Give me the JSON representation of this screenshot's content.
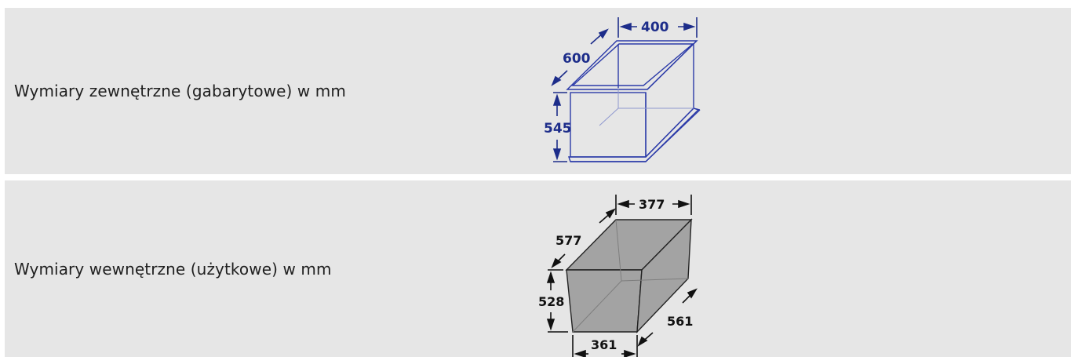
{
  "rows": [
    {
      "label": "Wymiary zewnętrzne (gabarytowe) w mm",
      "dimensions": {
        "width": "400",
        "depth": "600",
        "height": "545"
      },
      "line_color": "#2b3aa8"
    },
    {
      "label": "Wymiary wewnętrzne (użytkowe) w mm",
      "dimensions": {
        "top_width": "377",
        "top_depth": "577",
        "height": "528",
        "bottom_width": "361",
        "bottom_depth": "561"
      },
      "line_color": "#222222",
      "fill_color": "#a3a3a3"
    }
  ]
}
